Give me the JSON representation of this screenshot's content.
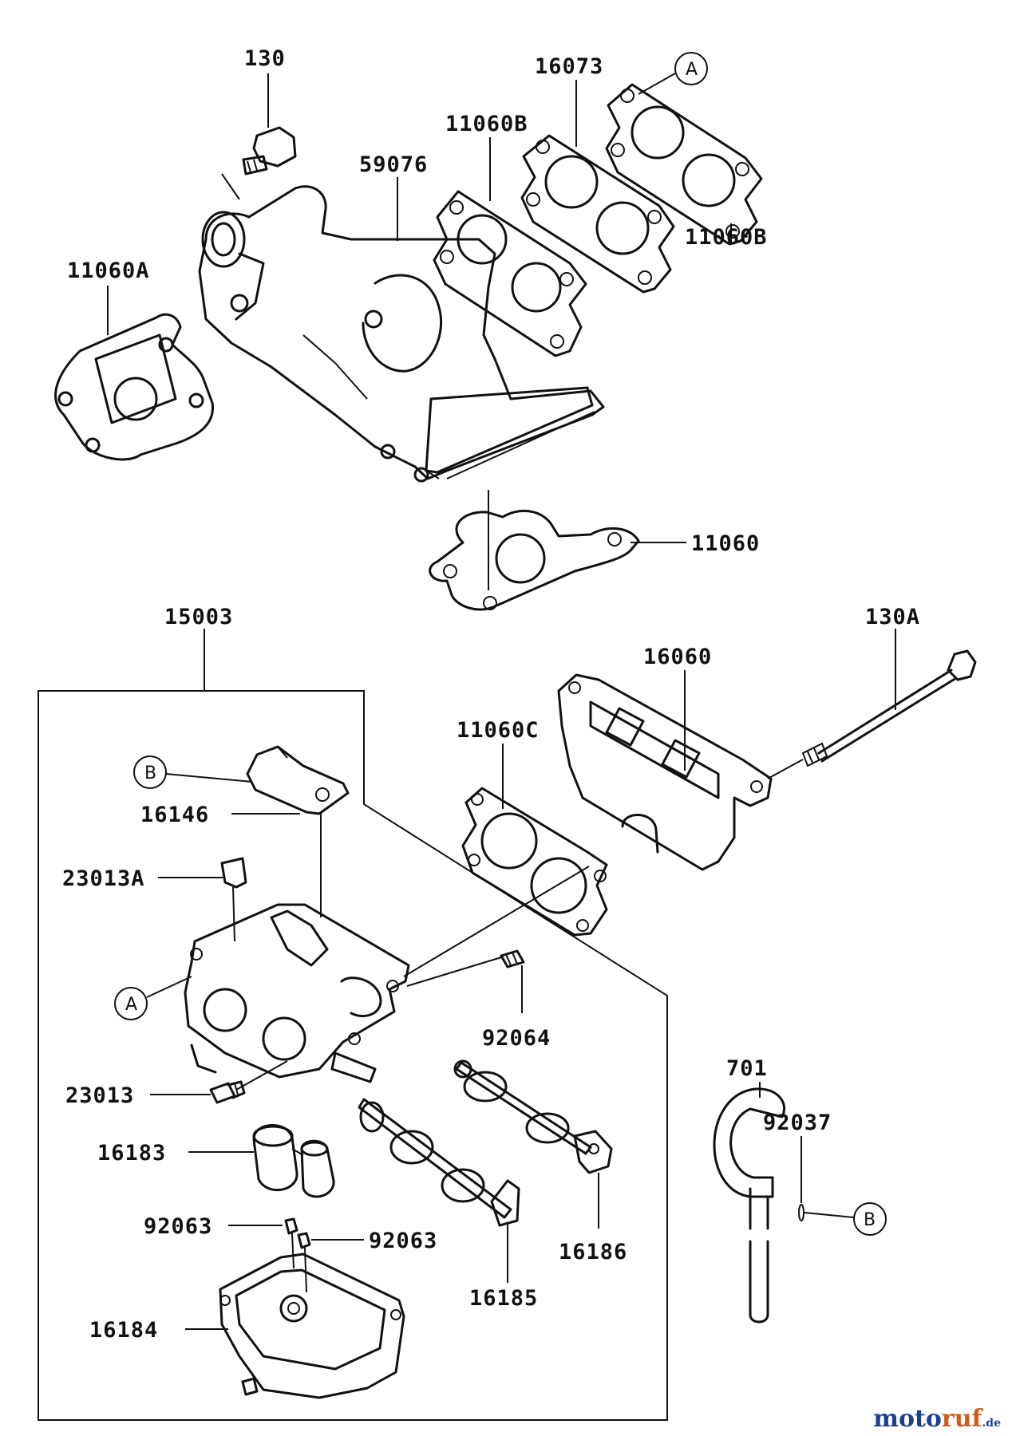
{
  "labels": {
    "p130": "130",
    "p16073": "16073",
    "p11060b_top": "11060B",
    "p59076": "59076",
    "p11060a": "11060A",
    "p11060b_right": "11060B",
    "p11060": "11060",
    "p15003": "15003",
    "p130a": "130A",
    "p16060": "16060",
    "p11060c": "11060C",
    "p16146": "16146",
    "p23013a": "23013A",
    "p92064": "92064",
    "p23013": "23013",
    "p16183": "16183",
    "p92063_left": "92063",
    "p92063_right": "92063",
    "p16185": "16185",
    "p16186": "16186",
    "p16184": "16184",
    "p701": "701",
    "p92037": "92037"
  },
  "callouts": {
    "a_top": "A",
    "b_left": "B",
    "a_left": "A",
    "b_right": "B"
  },
  "watermark": {
    "part1": "moto",
    "part2": "ruf",
    "suffix": ".de"
  },
  "colors": {
    "line": "#111111",
    "watermark_blue": "#1b3f8f",
    "watermark_orange": "#d35a1a"
  }
}
